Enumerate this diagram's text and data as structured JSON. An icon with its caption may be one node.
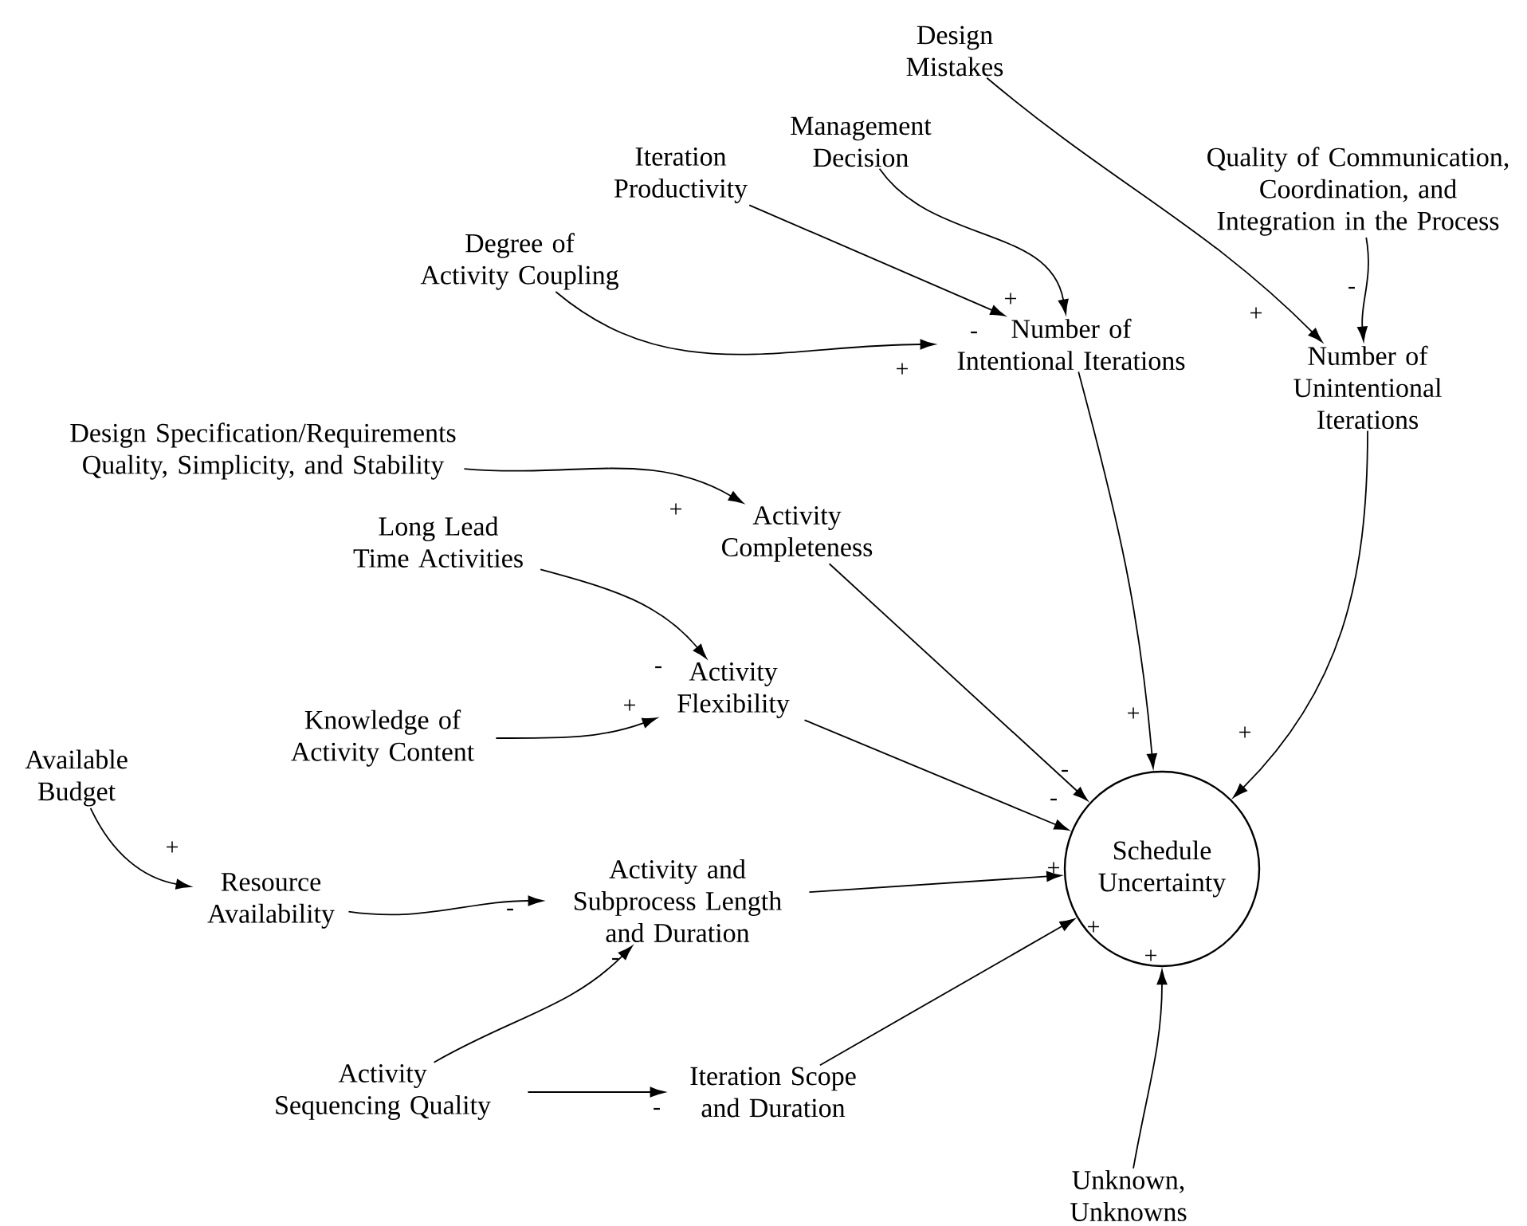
{
  "diagram": {
    "nodes": [
      {
        "text": [
          "Design Mistakes"
        ]
      },
      {
        "text": [
          "Quality of Communication, Coordination, and Integration in the Process"
        ]
      },
      {
        "text": [
          "Management Decision"
        ]
      },
      {
        "text": [
          "Iteration Productivity"
        ]
      },
      {
        "text": [
          "Degree of Activity Coupling"
        ]
      },
      {
        "text": [
          "Number of Intentional Iterations"
        ]
      },
      {
        "text": [
          "Number of Unintentional Iterations"
        ]
      },
      {
        "text": [
          "Design Specification/Requirements Quality, Simplicity, and Stability"
        ]
      },
      {
        "text": [
          "Activity Completeness"
        ]
      },
      {
        "text": [
          "Long Lead Time Activities"
        ]
      },
      {
        "text": [
          "Activity Flexibility"
        ]
      },
      {
        "text": [
          "Knowledge of Activity Content"
        ]
      },
      {
        "text": [
          "Available Budget"
        ]
      },
      {
        "text": [
          "Resource Availability"
        ]
      },
      {
        "text": [
          "Activity and Subprocess Length and Duration"
        ]
      },
      {
        "text": [
          "Schedule Uncertainty"
        ]
      },
      {
        "text": [
          "Activity Sequencing Quality"
        ]
      },
      {
        "text": [
          "Iteration Scope and Duration"
        ]
      },
      {
        "text": [
          "Unknown, Unknowns"
        ]
      }
    ],
    "edges": [
      {
        "from": 0,
        "to": 6,
        "arrow": "to",
        "label": "+"
      },
      {
        "from": 1,
        "to": 6,
        "arrow": "to",
        "label": "-"
      },
      {
        "from": 2,
        "to": 5,
        "arrow": "to",
        "label": "+"
      },
      {
        "from": 3,
        "to": 5,
        "arrow": "to",
        "label": "-"
      },
      {
        "from": 4,
        "to": 5,
        "arrow": "to",
        "label": "+"
      },
      {
        "from": 7,
        "to": 8,
        "arrow": "to",
        "label": "+"
      },
      {
        "from": 9,
        "to": 10,
        "arrow": "to",
        "label": "-"
      },
      {
        "from": 11,
        "to": 10,
        "arrow": "to",
        "label": "+"
      },
      {
        "from": 5,
        "to": 15,
        "arrow": "to",
        "label": "+"
      },
      {
        "from": 6,
        "to": 15,
        "arrow": "to",
        "label": "+"
      },
      {
        "from": 8,
        "to": 15,
        "arrow": "to",
        "label": "-"
      },
      {
        "from": 10,
        "to": 15,
        "arrow": "to",
        "label": "-"
      },
      {
        "from": 12,
        "to": 13,
        "arrow": "to",
        "label": "+"
      },
      {
        "from": 13,
        "to": 14,
        "arrow": "to",
        "label": "-"
      },
      {
        "from": 14,
        "to": 15,
        "arrow": "to",
        "label": "+"
      },
      {
        "from": 16,
        "to": 14,
        "arrow": "to",
        "label": "-"
      },
      {
        "from": 16,
        "to": 17,
        "arrow": "to",
        "label": "-"
      },
      {
        "from": 17,
        "to": 15,
        "arrow": "to",
        "label": "+"
      },
      {
        "from": 18,
        "to": 15,
        "arrow": "to",
        "label": "+"
      }
    ]
  }
}
